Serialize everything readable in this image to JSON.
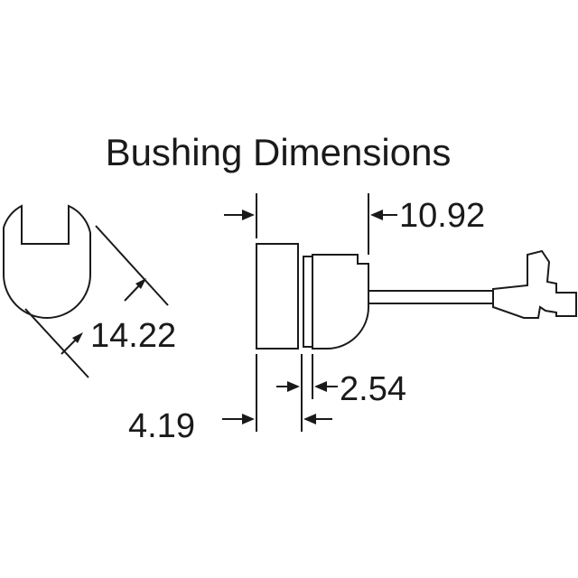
{
  "title": "Bushing Dimensions",
  "dimensions": {
    "diagonal": "14.22",
    "overall_length": "10.92",
    "groove_width": "2.54",
    "flange_width": "4.19"
  }
}
